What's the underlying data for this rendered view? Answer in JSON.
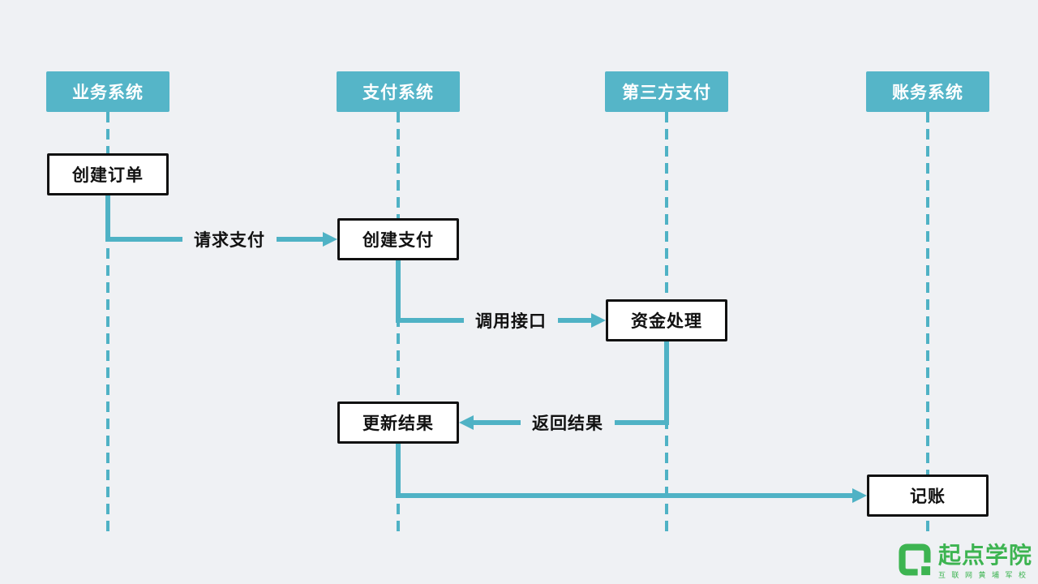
{
  "diagram": {
    "title_hint": "payment-sequence-flow",
    "actors": [
      {
        "label": "业务系统"
      },
      {
        "label": "支付系统"
      },
      {
        "label": "第三方支付"
      },
      {
        "label": "账务系统"
      }
    ],
    "steps": [
      {
        "label": "创建订单",
        "actor": "业务系统"
      },
      {
        "label": "创建支付",
        "actor": "支付系统"
      },
      {
        "label": "资金处理",
        "actor": "第三方支付"
      },
      {
        "label": "更新结果",
        "actor": "支付系统"
      },
      {
        "label": "记账",
        "actor": "账务系统"
      }
    ],
    "messages": [
      {
        "label": "请求支付",
        "from": "业务系统",
        "to": "支付系统"
      },
      {
        "label": "调用接口",
        "from": "支付系统",
        "to": "第三方支付"
      },
      {
        "label": "返回结果",
        "from": "第三方支付",
        "to": "支付系统"
      },
      {
        "label": "",
        "from": "支付系统",
        "to": "账务系统"
      }
    ],
    "colors": {
      "actor_bg": "#55B5C8",
      "line": "#4FB2C5",
      "box_border": "#111111",
      "box_bg": "#FFFFFF",
      "background": "#EFF1F4"
    }
  },
  "logo": {
    "name": "起点学院",
    "tagline": "互联网黄埔军校",
    "color": "#3DB451"
  }
}
